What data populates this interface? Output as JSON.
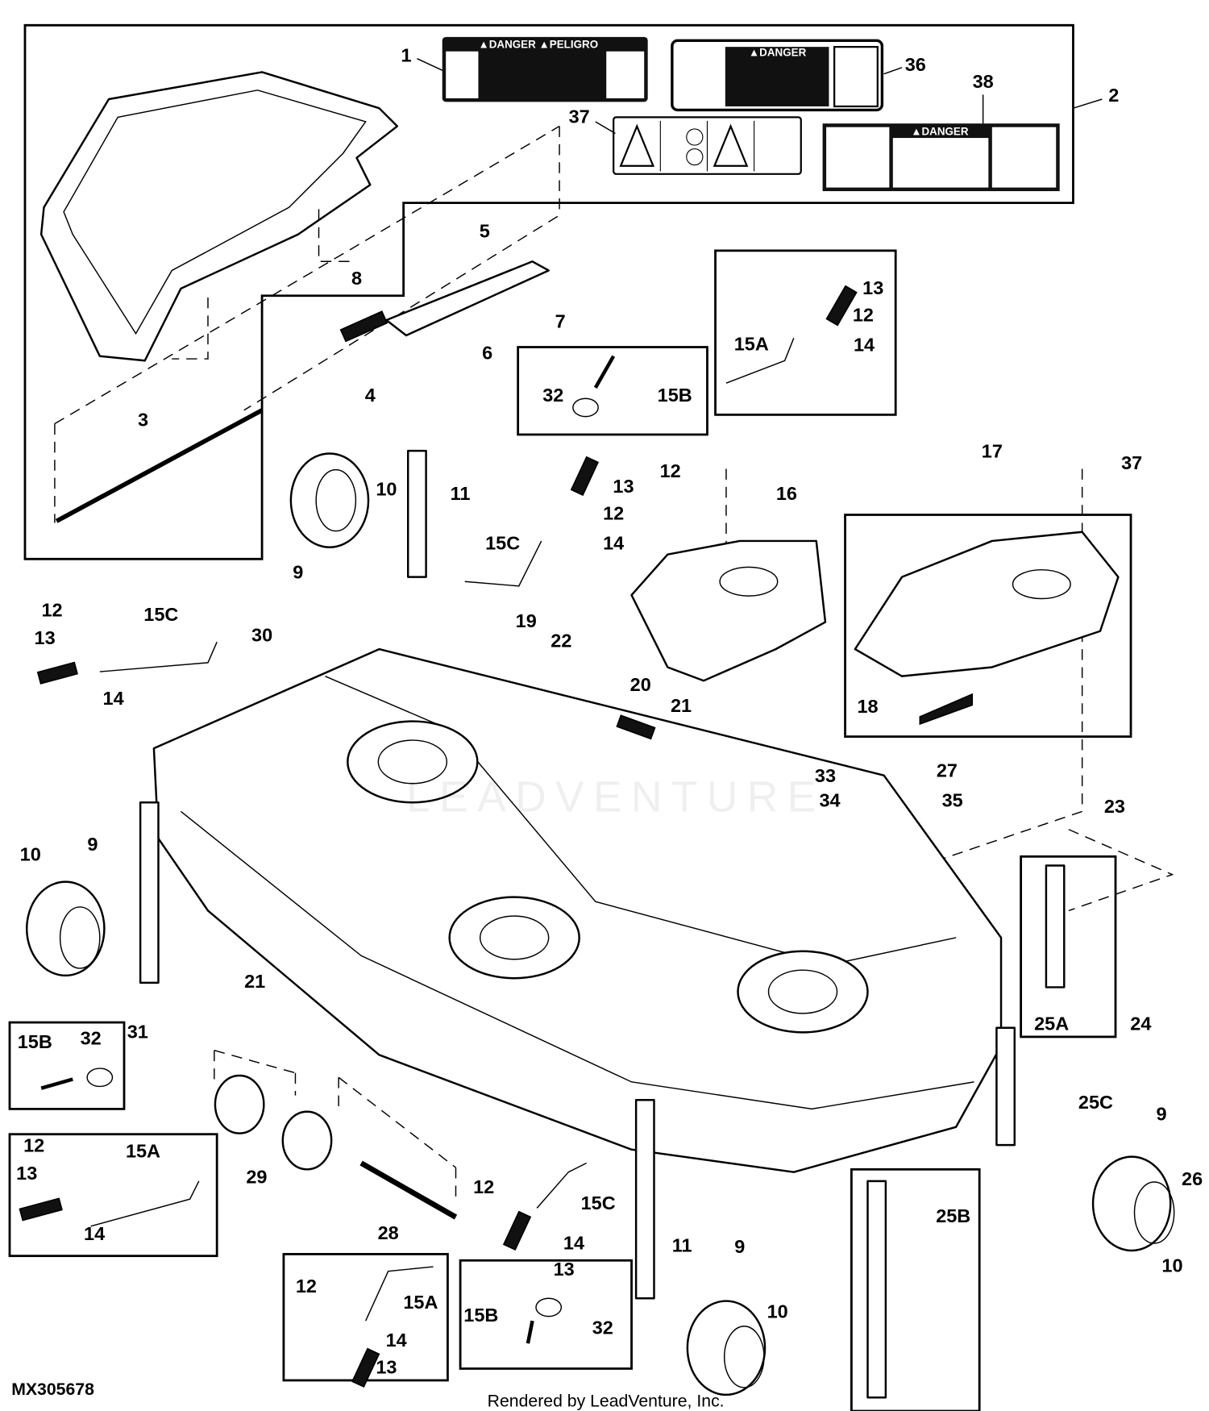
{
  "diagram_id": "MX305678",
  "credit": "Rendered by LeadVenture, Inc.",
  "watermark": "LEADVENTURE",
  "decals": {
    "d1_header": "▲DANGER ▲PELIGRO",
    "d36_header": "▲DANGER",
    "d38_header": "▲DANGER"
  },
  "callouts": [
    "1",
    "36",
    "38",
    "2",
    "37",
    "5",
    "8",
    "7",
    "6",
    "4",
    "3",
    "13",
    "12",
    "15A",
    "14",
    "32",
    "15B",
    "12",
    "37",
    "17",
    "16",
    "10",
    "11",
    "13",
    "12",
    "14",
    "15C",
    "9",
    "12",
    "15C",
    "13",
    "14",
    "30",
    "19",
    "22",
    "20",
    "21",
    "18",
    "33",
    "27",
    "34",
    "35",
    "23",
    "10",
    "9",
    "31",
    "21",
    "25A",
    "24",
    "15B",
    "32",
    "25C",
    "9",
    "12",
    "15A",
    "13",
    "14",
    "29",
    "28",
    "12",
    "15C",
    "14",
    "13",
    "11",
    "9",
    "26",
    "10",
    "25B",
    "12",
    "15A",
    "14",
    "13",
    "15B",
    "32",
    "10"
  ]
}
